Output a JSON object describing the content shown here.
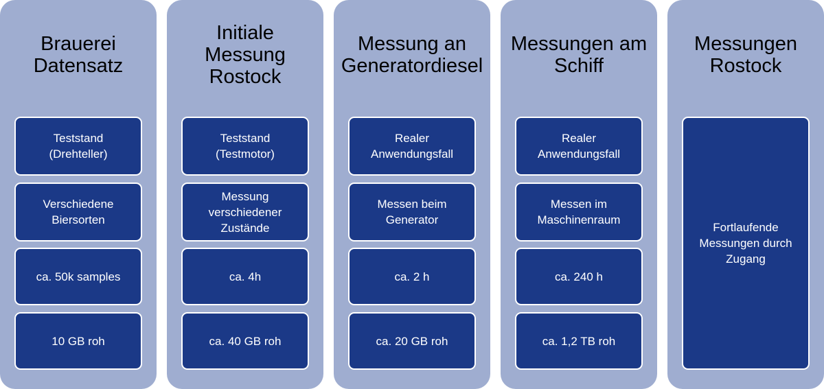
{
  "columns": [
    {
      "title": "Brauerei\nDatensatz",
      "items": [
        "Teststand\n(Drehteller)",
        "Verschiedene\nBiersorten",
        "ca. 50k samples",
        "10 GB roh"
      ]
    },
    {
      "title": "Initiale\nMessung\nRostock",
      "items": [
        "Teststand\n(Testmotor)",
        "Messung\nverschiedener\nZustände",
        "ca. 4h",
        "ca. 40 GB roh"
      ]
    },
    {
      "title": "Messung an\nGeneratordiesel",
      "items": [
        "Realer\nAnwendungsfall",
        "Messen beim\nGenerator",
        "ca. 2 h",
        "ca. 20 GB roh"
      ]
    },
    {
      "title": "Messungen am\nSchiff",
      "items": [
        "Realer\nAnwendungsfall",
        "Messen im\nMaschinenraum",
        "ca. 240 h",
        "ca. 1,2 TB roh"
      ]
    },
    {
      "title": "Messungen\nRostock",
      "items": [
        "Fortlaufende\nMessungen durch\nZugang"
      ]
    }
  ],
  "colors": {
    "column_background": "#9fadd0",
    "card_background": "#1b3987",
    "card_border": "#ffffff"
  }
}
